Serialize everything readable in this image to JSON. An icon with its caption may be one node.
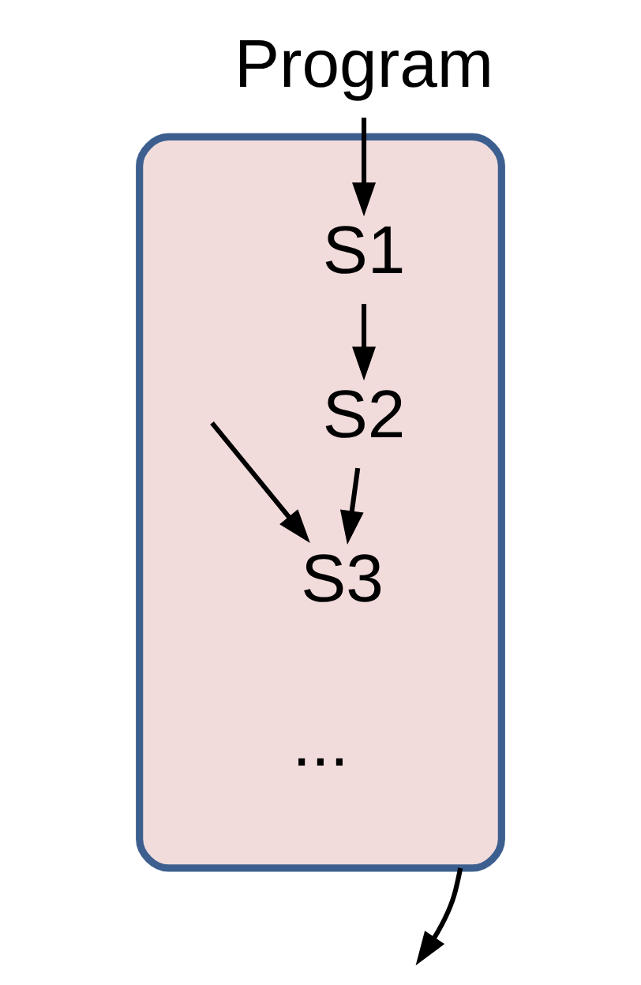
{
  "diagram": {
    "nodes": [
      {
        "text": [
          "Program"
        ]
      },
      {
        "text": [],
        "shape": "cloud"
      },
      {
        "text": [
          "S1"
        ],
        "in": 1
      },
      {
        "text": [
          "S2"
        ],
        "in": 1
      },
      {
        "text": [
          "S3"
        ],
        "in": 1
      }
    ],
    "edges": [
      {
        "from": 0,
        "to": 2,
        "arrow": "to"
      },
      {
        "from": 2,
        "to": 3,
        "arrow": "to"
      },
      {
        "from": 3,
        "to": 4,
        "arrow": "to"
      },
      {
        "from": null,
        "to": 4,
        "arrow": "to"
      },
      {
        "from": 1,
        "to": null,
        "arrow": "to"
      }
    ],
    "labels": [
      "..."
    ]
  }
}
